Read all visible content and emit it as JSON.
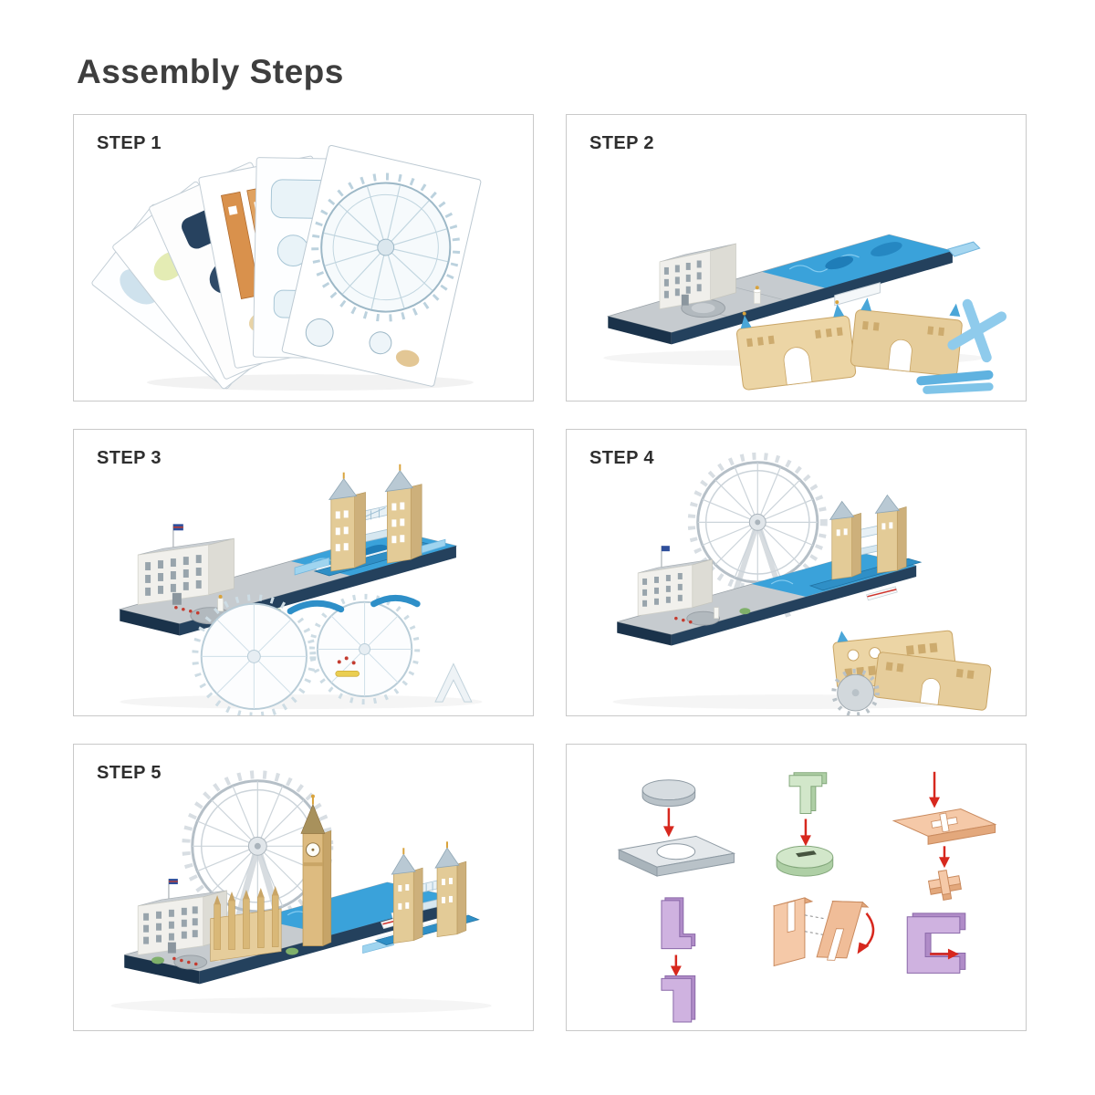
{
  "header": {
    "title": "Assembly Steps"
  },
  "steps": [
    {
      "label": "STEP 1",
      "illustration": "fanned-die-cut-puzzle-sheets"
    },
    {
      "label": "STEP 2",
      "illustration": "base-platform-with-buckingham-piece-and-flat-bridge-pieces"
    },
    {
      "label": "STEP 3",
      "illustration": "palace-and-tower-bridge-assembled-with-flat-london-eye-pieces"
    },
    {
      "label": "STEP 4",
      "illustration": "london-eye-mounted-with-flat-big-ben-sheets-remaining"
    },
    {
      "label": "STEP 5",
      "illustration": "completed-london-cityline-model"
    }
  ],
  "connector_guide": {
    "diagrams": [
      {
        "name": "disc-into-plate-hole"
      },
      {
        "name": "t-tab-into-disc-slot"
      },
      {
        "name": "cross-peg-through-cross-slot"
      },
      {
        "name": "interlocking-hook-tabs"
      },
      {
        "name": "slotted-panels-join"
      },
      {
        "name": "u-channel-tab-insert"
      }
    ]
  },
  "colors": {
    "background": "#ffffff",
    "panel_border": "#c9c9c9",
    "title_text": "#3e3e3e",
    "step_label_text": "#2e2e2e",
    "arrow_red": "#d7281e",
    "water_blue": "#3aa2da",
    "base_navy": "#24415d",
    "card_tan": "#e6cd9b",
    "wheel_gray": "#c6ccd2",
    "connector_green": "#d2e7ca",
    "connector_orange": "#f5c9a8",
    "connector_purple": "#cfb2e0"
  }
}
